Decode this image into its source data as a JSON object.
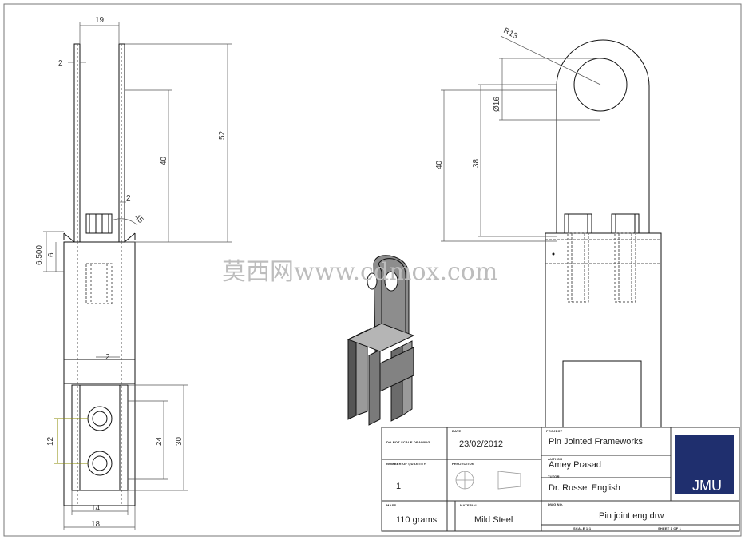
{
  "watermark": "莫西网www.cdmox.com",
  "front_view_dims": {
    "d19": "19",
    "d2_top": "2",
    "d52": "52",
    "d40": "40",
    "d2_mid": "2",
    "d45": "45",
    "d6500": "6.500",
    "d6": "6",
    "d2_low": "2",
    "d12": "12",
    "d24": "24",
    "d30": "30",
    "d14": "14",
    "d18": "18"
  },
  "side_view_dims": {
    "r13": "R13",
    "dia16": "Ø16",
    "d40": "40",
    "d38": "38"
  },
  "title_block": {
    "drawing_label": "DO NOT SCALE DRAWING",
    "date_label": "DATE",
    "date": "23/02/2012",
    "project_label": "PROJECT",
    "project": "Pin Jointed Frameworks",
    "author_label": "AUTHOR",
    "author": "Amey Prasad",
    "tutor_label": "TUTOR",
    "tutor": "Dr. Russel English",
    "qty_label": "NUMBER OF QUANTITY",
    "qty": "1",
    "projection_label": "PROJECTION",
    "mass_label": "MASS",
    "mass": "110 grams",
    "material_label": "MATERIAL",
    "material": "Mild Steel",
    "dwg_label": "DWG NO.",
    "dwg": "Pin joint eng drw",
    "scale_label": "SCALE 1:1",
    "sheet_label": "SHEET 1 OF 1",
    "logo_text": "JMU"
  },
  "colors": {
    "line": "#111111",
    "dim": "#555555",
    "shade": "#8c8c8c",
    "logo": "#1f2f6e",
    "accent": "#8a8a00"
  }
}
